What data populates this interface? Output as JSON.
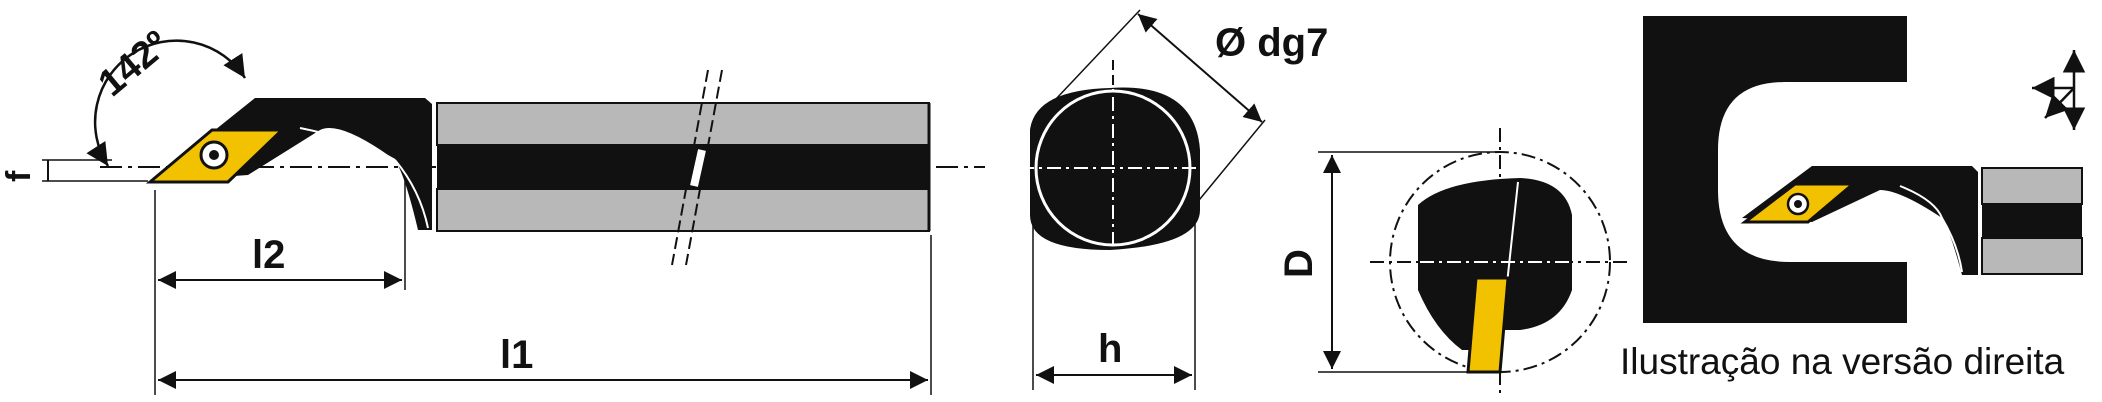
{
  "labels": {
    "angle": "142º",
    "f": "f",
    "l2": "l2",
    "l1": "l1",
    "diameter": "Ø dg7",
    "h": "h",
    "D": "D",
    "caption": "Ilustração na versão direita"
  },
  "colors": {
    "ink": "#111111",
    "insert_yellow": "#f2c200",
    "shank_grey": "#b8b8b8",
    "background": "#ffffff"
  },
  "icons": [
    "torx-screw-icon",
    "direction-arrows-icon"
  ]
}
